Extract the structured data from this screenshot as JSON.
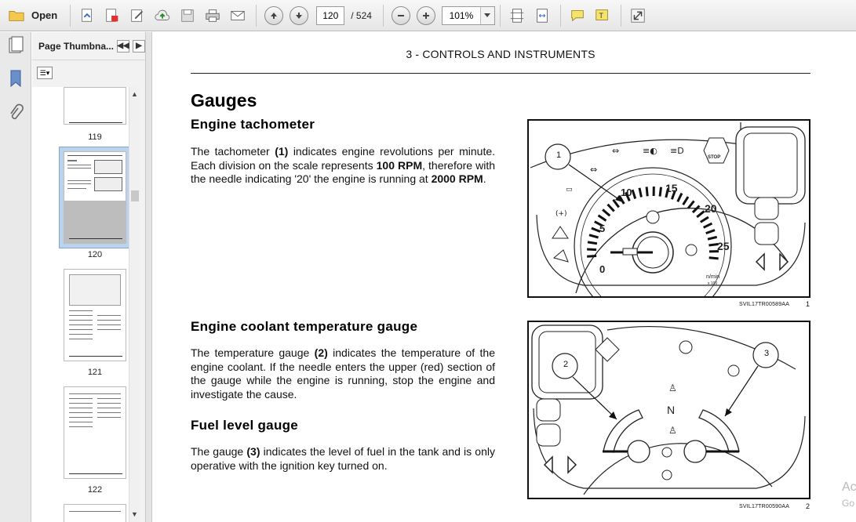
{
  "toolbar": {
    "open_label": "Open",
    "page_current": "120",
    "page_total": "/ 524",
    "zoom": "101%"
  },
  "thumbnails": {
    "title": "Page Thumbna...",
    "pages": [
      "119",
      "120",
      "121",
      "122"
    ],
    "selected": "120"
  },
  "document": {
    "chapter": "3 - CONTROLS AND INSTRUMENTS",
    "title": "Gauges",
    "sections": [
      {
        "heading": "Engine tachometer",
        "p1_a": "The tachometer ",
        "p1_b": "(1)",
        "p1_c": " indicates engine revolutions per minute. Each division on the scale represents ",
        "p1_d": "100 RPM",
        "p1_e": ", therefore with the needle indicating '20' the engine is running at ",
        "p1_f": "2000 RPM",
        "p1_g": "."
      },
      {
        "heading": "Engine coolant temperature gauge",
        "p1_a": "The temperature gauge ",
        "p1_b": "(2)",
        "p1_c": " indicates the temperature of the engine coolant.  If the needle enters the upper (red) section of the gauge while the engine is running, stop the engine and investigate the cause."
      },
      {
        "heading": "Fuel level gauge",
        "p1_a": "The gauge ",
        "p1_b": "(3)",
        "p1_c": " indicates the level of fuel in the tank and is only operative with the ignition key turned on."
      }
    ],
    "figures": [
      {
        "code": "SVIL17TR00589AA",
        "number": "1",
        "callout": "1",
        "scale": [
          "0",
          "5",
          "10",
          "15",
          "20",
          "25"
        ],
        "unit": "n/min",
        "unit_sub": "x 100",
        "stop": "STOP"
      },
      {
        "code": "SVIL17TR00590AA",
        "number": "2",
        "callout_a": "2",
        "callout_b": "3",
        "gear": "N"
      }
    ],
    "watermark_a": "Ac",
    "watermark_b": "Go"
  }
}
